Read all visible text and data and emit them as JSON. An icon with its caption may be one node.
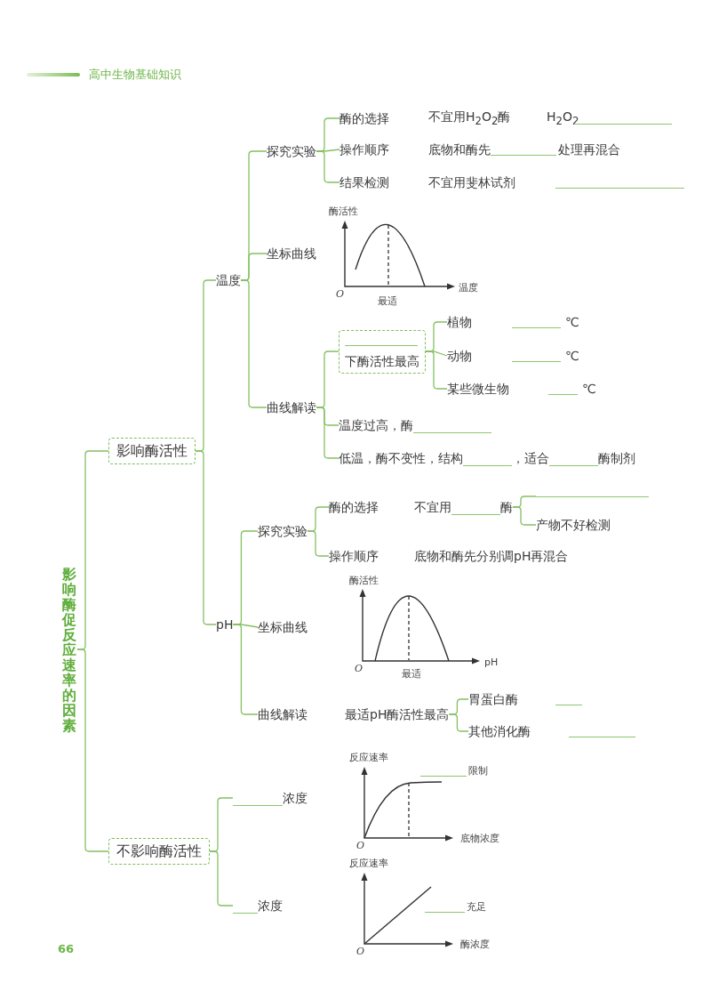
{
  "diagram": {
    "nodes": [
      {
        "text": [
          "影响酶促反应速率的因素"
        ]
      },
      {
        "text": [
          "影响酶活性"
        ]
      },
      {
        "text": [
          "温度"
        ]
      },
      {
        "text": [
          "探究实验"
        ]
      },
      {
        "text": [
          "酶的选择"
        ],
        "beside": [
          "不宜用H$_{2}$O$_{2}$酶",
          "H$_{2}$O$_{2}$"
        ]
      },
      {
        "text": [
          "操作顺序"
        ],
        "beside": [
          "底物和酶先"
        ]
      },
      {
        "text": [
          "结果检测"
        ],
        "beside": [
          "不宜用斐林试剂"
        ]
      },
      {
        "text": [
          "坐标曲线"
        ]
      },
      {
        "text": [
          "曲线解读"
        ]
      },
      {
        "text": [
          "下酶活性最高"
        ]
      },
      {
        "text": [
          "植物"
        ]
      },
      {
        "text": [
          "动物"
        ]
      },
      {
        "text": [
          "某些微生物"
        ]
      },
      {
        "text": [
          "温度过高，酶"
        ]
      },
      {
        "text": [
          "低温，酶不变性，结构",
          "，适合",
          "酶制剂"
        ]
      },
      {
        "text": [
          "pH"
        ]
      },
      {
        "text": [
          "探究实验"
        ]
      },
      {
        "text": [
          "酶的选择"
        ]
      },
      {
        "text": [
          "不宜用",
          "酶"
        ]
      },
      {
        "text": [],
        "shape": "line"
      },
      {
        "text": [
          "产物不好检测"
        ]
      },
      {
        "text": [
          "操作顺序"
        ]
      },
      {
        "text": [
          "坐标曲线"
        ]
      },
      {
        "text": [
          "曲线解读"
        ]
      },
      {
        "text": [
          "最适pH酶活性最高"
        ]
      },
      {
        "text": [
          "胃蛋白酶"
        ]
      },
      {
        "text": [
          "其他消化酶"
        ]
      },
      {
        "text": [
          "不影响酶活性"
        ]
      },
      {
        "text": [
          "浓度"
        ]
      },
      {
        "text": [
          "浓度"
        ]
      }
    ],
    "edges": [
      {
        "from": 0,
        "to": 1,
        "arrow": "none"
      },
      {
        "from": 0,
        "to": 27,
        "arrow": "none"
      },
      {
        "from": 1,
        "to": 2,
        "arrow": "none"
      },
      {
        "from": 1,
        "to": 15,
        "arrow": "none"
      },
      {
        "from": 2,
        "to": 3,
        "arrow": "none"
      },
      {
        "from": 2,
        "to": 7,
        "arrow": "none"
      },
      {
        "from": 2,
        "to": 8,
        "arrow": "none"
      },
      {
        "from": 3,
        "to": 4,
        "arrow": "none"
      },
      {
        "from": 3,
        "to": 5,
        "arrow": "none"
      },
      {
        "from": 3,
        "to": 6,
        "arrow": "none"
      },
      {
        "from": 8,
        "to": 9,
        "arrow": "none"
      },
      {
        "from": 8,
        "to": 13,
        "arrow": "none"
      },
      {
        "from": 8,
        "to": 14,
        "arrow": "none"
      },
      {
        "from": 9,
        "to": 10,
        "arrow": "none"
      },
      {
        "from": 9,
        "to": 11,
        "arrow": "none"
      },
      {
        "from": 9,
        "to": 12,
        "arrow": "none"
      },
      {
        "from": 15,
        "to": 16,
        "arrow": "none"
      },
      {
        "from": 15,
        "to": 22,
        "arrow": "none"
      },
      {
        "from": 15,
        "to": 23,
        "arrow": "none"
      },
      {
        "from": 16,
        "to": 17,
        "arrow": "none"
      },
      {
        "from": 16,
        "to": 21,
        "arrow": "none"
      },
      {
        "from": 18,
        "to": 19,
        "arrow": "none"
      },
      {
        "from": 18,
        "to": 20,
        "arrow": "none"
      },
      {
        "from": 24,
        "to": 25,
        "arrow": "none"
      },
      {
        "from": 24,
        "to": 26,
        "arrow": "none"
      },
      {
        "from": 27,
        "to": 28,
        "arrow": "none"
      },
      {
        "from": 27,
        "to": 29,
        "arrow": "none"
      }
    ],
    "labels": [
      "高中生物基础知识",
      "处理再混合",
      "酶活性",
      "O",
      "温度",
      "最适",
      "℃",
      "℃",
      "℃",
      "底物和酶先分别调pH再混合",
      "酶活性",
      "O",
      "pH",
      "最适",
      "反应速率",
      "限制",
      "O",
      "底物浓度",
      "反应速率",
      "充足",
      "O",
      "酶浓度",
      "66"
    ]
  }
}
